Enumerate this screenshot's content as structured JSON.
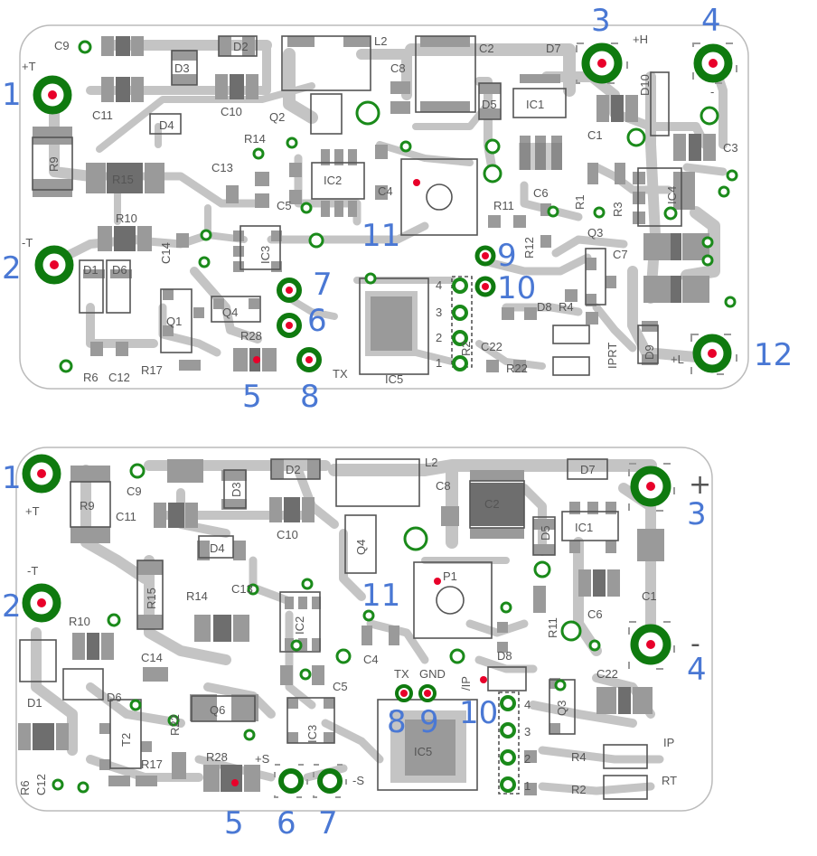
{
  "colors": {
    "trace": "#c4c4c4",
    "pad": "#9a9a9a",
    "pad_dark": "#6e6e6e",
    "silk": "#555555",
    "via": "#1a8a1a",
    "terminal": "#0f7a0f",
    "marker": "#e8002a",
    "callout": "#4a78d4",
    "outline": "#bbbbbb"
  },
  "boards": [
    {
      "id": "top",
      "labels": [
        "+T",
        "-T",
        "C9",
        "C11",
        "D3",
        "D2",
        "C10",
        "D4",
        "L2",
        "Q2",
        "C8",
        "C2",
        "D7",
        "+H",
        "D10",
        "D5",
        "IC1",
        "C1",
        "C3",
        "R9",
        "R15",
        "R14",
        "C13",
        "IC2",
        "C5",
        "C4",
        "C6",
        "R11",
        "R1",
        "R3",
        "IC4",
        "R10",
        "C14",
        "IC3",
        "R12",
        "Q3",
        "C7",
        "D1",
        "D6",
        "Q1",
        "Q4",
        "D8",
        "R4",
        "R6",
        "C12",
        "R17",
        "R28",
        "TX",
        "IC5",
        "C22",
        "R2",
        "R22",
        "IPRT",
        "D9",
        "+L",
        "1",
        "2",
        "3",
        "4"
      ],
      "callouts": [
        "1",
        "2",
        "3",
        "4",
        "5",
        "6",
        "7",
        "8",
        "9",
        "10",
        "11",
        "12"
      ],
      "polarity_minus": "-"
    },
    {
      "id": "bottom",
      "labels": [
        "+T",
        "R9",
        "C9",
        "C11",
        "D3",
        "D2",
        "C10",
        "D4",
        "L2",
        "C8",
        "C2",
        "D7",
        "Q4",
        "D5",
        "IC1",
        "P1",
        "C1",
        "-T",
        "R15",
        "R14",
        "C13",
        "IC2",
        "C4",
        "C5",
        "R11",
        "C6",
        "R10",
        "C14",
        "D1",
        "D6",
        "T2",
        "Q6",
        "R22",
        "IC3",
        "TX",
        "GND",
        "/IP",
        "D8",
        "C22",
        "Q3",
        "IC5",
        "R6",
        "C12",
        "R17",
        "R28",
        "+S",
        "-S",
        "R4",
        "R2",
        "IP",
        "RT",
        "1",
        "2",
        "3",
        "4"
      ],
      "callouts": [
        "1",
        "2",
        "3",
        "4",
        "5",
        "6",
        "7",
        "8",
        "9",
        "10",
        "11"
      ],
      "polarity_plus": "+",
      "polarity_minus": "-"
    }
  ]
}
